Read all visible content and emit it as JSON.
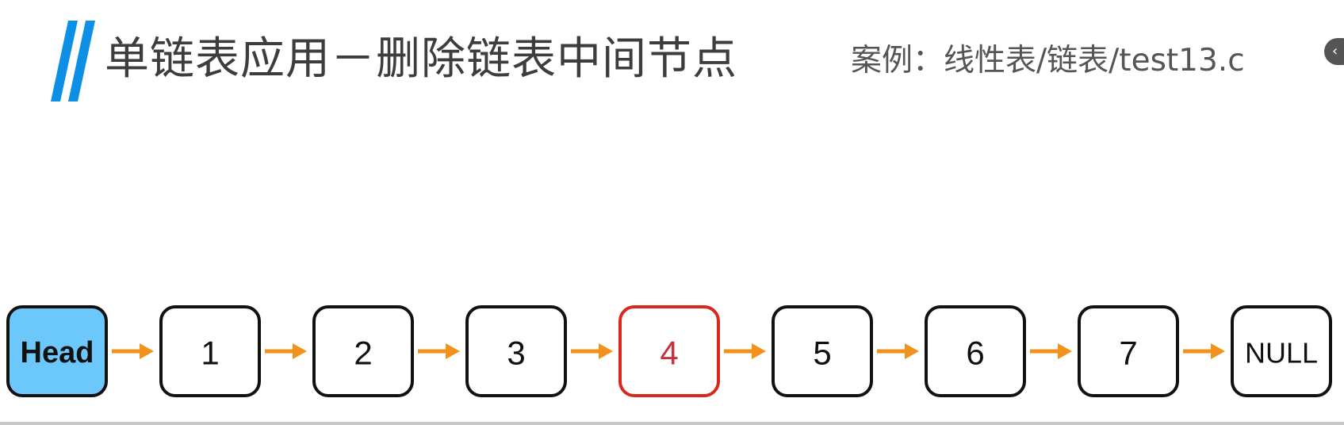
{
  "slide": {
    "title": "单链表应用－删除链表中间节点",
    "case_reference": "案例：线性表/链表/test13.c"
  },
  "nav": {
    "prev_icon": "chevron-left-icon",
    "prev_glyph": "‹"
  },
  "colors": {
    "accent_bar": "#0e8fe6",
    "head_fill": "#6cc7fb",
    "target_border": "#d8281e",
    "target_text": "#c8313a",
    "arrow": "#f0921b"
  },
  "linked_list": {
    "nodes": [
      {
        "label": "Head",
        "kind": "head"
      },
      {
        "label": "1",
        "kind": "normal"
      },
      {
        "label": "2",
        "kind": "normal"
      },
      {
        "label": "3",
        "kind": "normal"
      },
      {
        "label": "4",
        "kind": "target"
      },
      {
        "label": "5",
        "kind": "normal"
      },
      {
        "label": "6",
        "kind": "normal"
      },
      {
        "label": "7",
        "kind": "normal"
      },
      {
        "label": "NULL",
        "kind": "null"
      }
    ]
  }
}
